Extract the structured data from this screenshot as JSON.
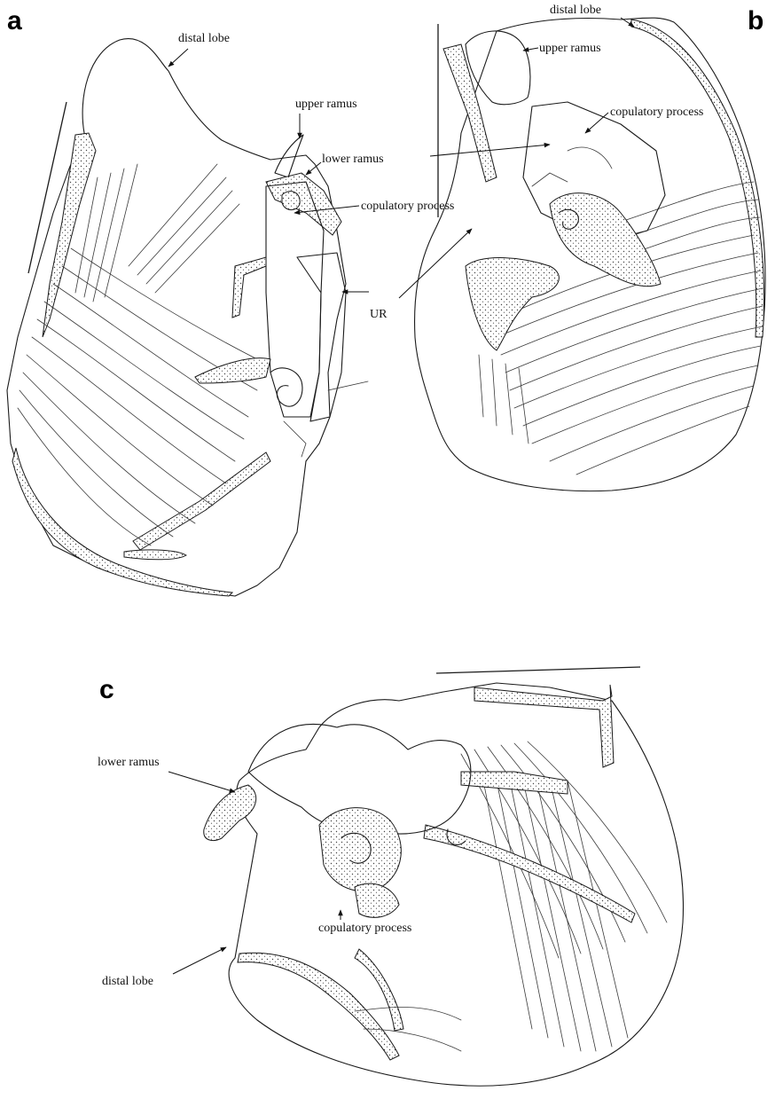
{
  "panels": [
    {
      "letter": "a",
      "labels": {
        "distal_lobe": "distal lobe",
        "upper_ramus": "upper ramus",
        "lower_ramus": "lower ramus",
        "copulatory_process": "copulatory process",
        "ur": "UR"
      }
    },
    {
      "letter": "b",
      "labels": {
        "distal_lobe": "distal lobe",
        "upper_ramus": "upper ramus",
        "copulatory_process": "copulatory process"
      }
    },
    {
      "letter": "c",
      "labels": {
        "lower_ramus": "lower ramus",
        "copulatory_process": "copulatory process",
        "distal_lobe": "distal lobe"
      }
    }
  ],
  "colors": {
    "ink": "#1a1a1a",
    "background": "#ffffff"
  }
}
